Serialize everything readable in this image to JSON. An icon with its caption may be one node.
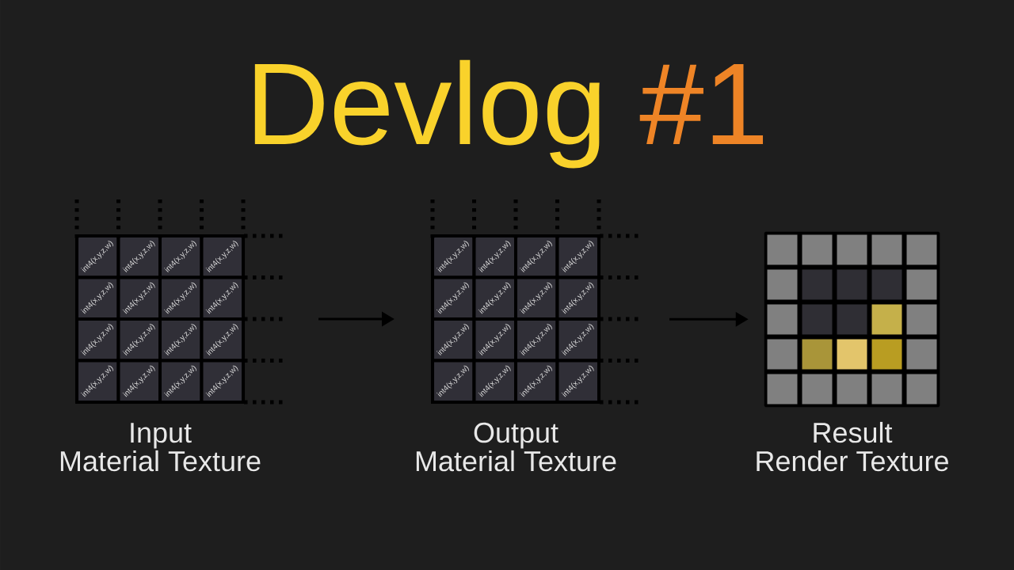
{
  "diagram": {
    "title": "Devlog #1",
    "nodes": [
      {
        "text": [],
        "shape": "box",
        "beside": [
          "Input",
          "Material Texture"
        ]
      },
      {
        "text": [
          "int4(x,y,z,w)"
        ],
        "in": 0
      },
      {
        "text": [
          "int4(x,y,z,w)"
        ],
        "in": 0
      },
      {
        "text": [
          "int4(x,y,z,w)"
        ],
        "in": 0
      },
      {
        "text": [
          "int4(x,y,z,w)"
        ],
        "in": 0
      },
      {
        "text": [
          "int4(x,y,z,w)"
        ],
        "in": 0
      },
      {
        "text": [
          "int4(x,y,z,w)"
        ],
        "in": 0
      },
      {
        "text": [
          "int4(x,y,z,w)"
        ],
        "in": 0
      },
      {
        "text": [
          "int4(x,y,z,w)"
        ],
        "in": 0
      },
      {
        "text": [
          "int4(x,y,z,w)"
        ],
        "in": 0
      },
      {
        "text": [
          "int4(x,y,z,w)"
        ],
        "in": 0
      },
      {
        "text": [
          "int4(x,y,z,w)"
        ],
        "in": 0
      },
      {
        "text": [
          "int4(x,y,z,w)"
        ],
        "in": 0
      },
      {
        "text": [
          "int4(x,y,z,w)"
        ],
        "in": 0
      },
      {
        "text": [
          "int4(x,y,z,w)"
        ],
        "in": 0
      },
      {
        "text": [
          "int4(x,y,z,w)"
        ],
        "in": 0
      },
      {
        "text": [
          "int4(x,y,z,w)"
        ],
        "in": 0
      },
      {
        "text": [],
        "shape": "box",
        "beside": [
          "Output",
          "Material Texture"
        ]
      },
      {
        "text": [
          "int4(x,y,z,w)"
        ],
        "in": 17
      },
      {
        "text": [
          "int4(x,y,z,w)"
        ],
        "in": 17
      },
      {
        "text": [
          "int4(x,y,z,w)"
        ],
        "in": 17
      },
      {
        "text": [
          "int4(x,y,z,w)"
        ],
        "in": 17
      },
      {
        "text": [
          "int4(x,y,z,w)"
        ],
        "in": 17
      },
      {
        "text": [
          "int4(x,y,z,w)"
        ],
        "in": 17
      },
      {
        "text": [
          "int4(x,y,z,w)"
        ],
        "in": 17
      },
      {
        "text": [
          "int4(x,y,z,w)"
        ],
        "in": 17
      },
      {
        "text": [
          "int4(x,y,z,w)"
        ],
        "in": 17
      },
      {
        "text": [
          "int4(x,y,z,w)"
        ],
        "in": 17
      },
      {
        "text": [
          "int4(x,y,z,w)"
        ],
        "in": 17
      },
      {
        "text": [
          "int4(x,y,z,w)"
        ],
        "in": 17
      },
      {
        "text": [
          "int4(x,y,z,w)"
        ],
        "in": 17
      },
      {
        "text": [
          "int4(x,y,z,w)"
        ],
        "in": 17
      },
      {
        "text": [
          "int4(x,y,z,w)"
        ],
        "in": 17
      },
      {
        "text": [
          "int4(x,y,z,w)"
        ],
        "in": 17
      },
      {
        "text": [],
        "shape": "box",
        "beside": [
          "Result",
          "Render Texture"
        ]
      }
    ],
    "edges": [
      {
        "from": 0,
        "to": 17,
        "arrow": "to"
      },
      {
        "from": 17,
        "to": 34,
        "arrow": "to"
      }
    ]
  }
}
